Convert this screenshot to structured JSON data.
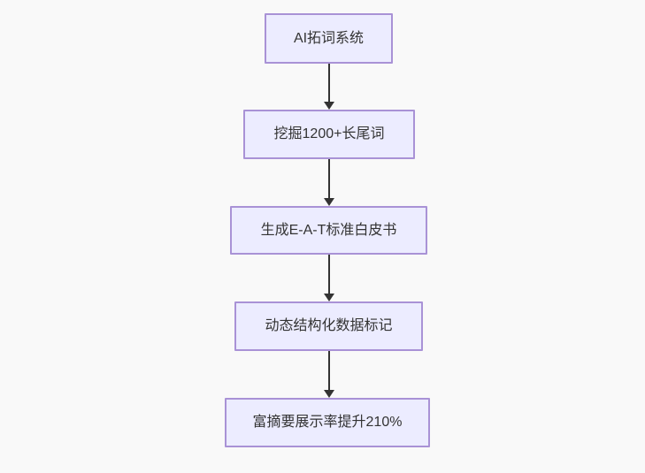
{
  "diagram": {
    "type": "flowchart",
    "direction": "top-down",
    "nodes": [
      {
        "id": "A",
        "label": "AI拓词系统"
      },
      {
        "id": "B",
        "label": "挖掘1200+长尾词"
      },
      {
        "id": "C",
        "label": "生成E-A-T标准白皮书"
      },
      {
        "id": "D",
        "label": "动态结构化数据标记"
      },
      {
        "id": "E",
        "label": "富摘要展示率提升210%"
      }
    ],
    "edges": [
      {
        "from": "A",
        "to": "B",
        "style": "arrow"
      },
      {
        "from": "B",
        "to": "C",
        "style": "arrow"
      },
      {
        "from": "C",
        "to": "D",
        "style": "arrow"
      },
      {
        "from": "D",
        "to": "E",
        "style": "arrow"
      }
    ]
  },
  "colors": {
    "background": "#f9f9f9",
    "node_fill": "#ECECFF",
    "node_border": "#a992d6",
    "arrow": "#333333",
    "text": "#333333"
  }
}
